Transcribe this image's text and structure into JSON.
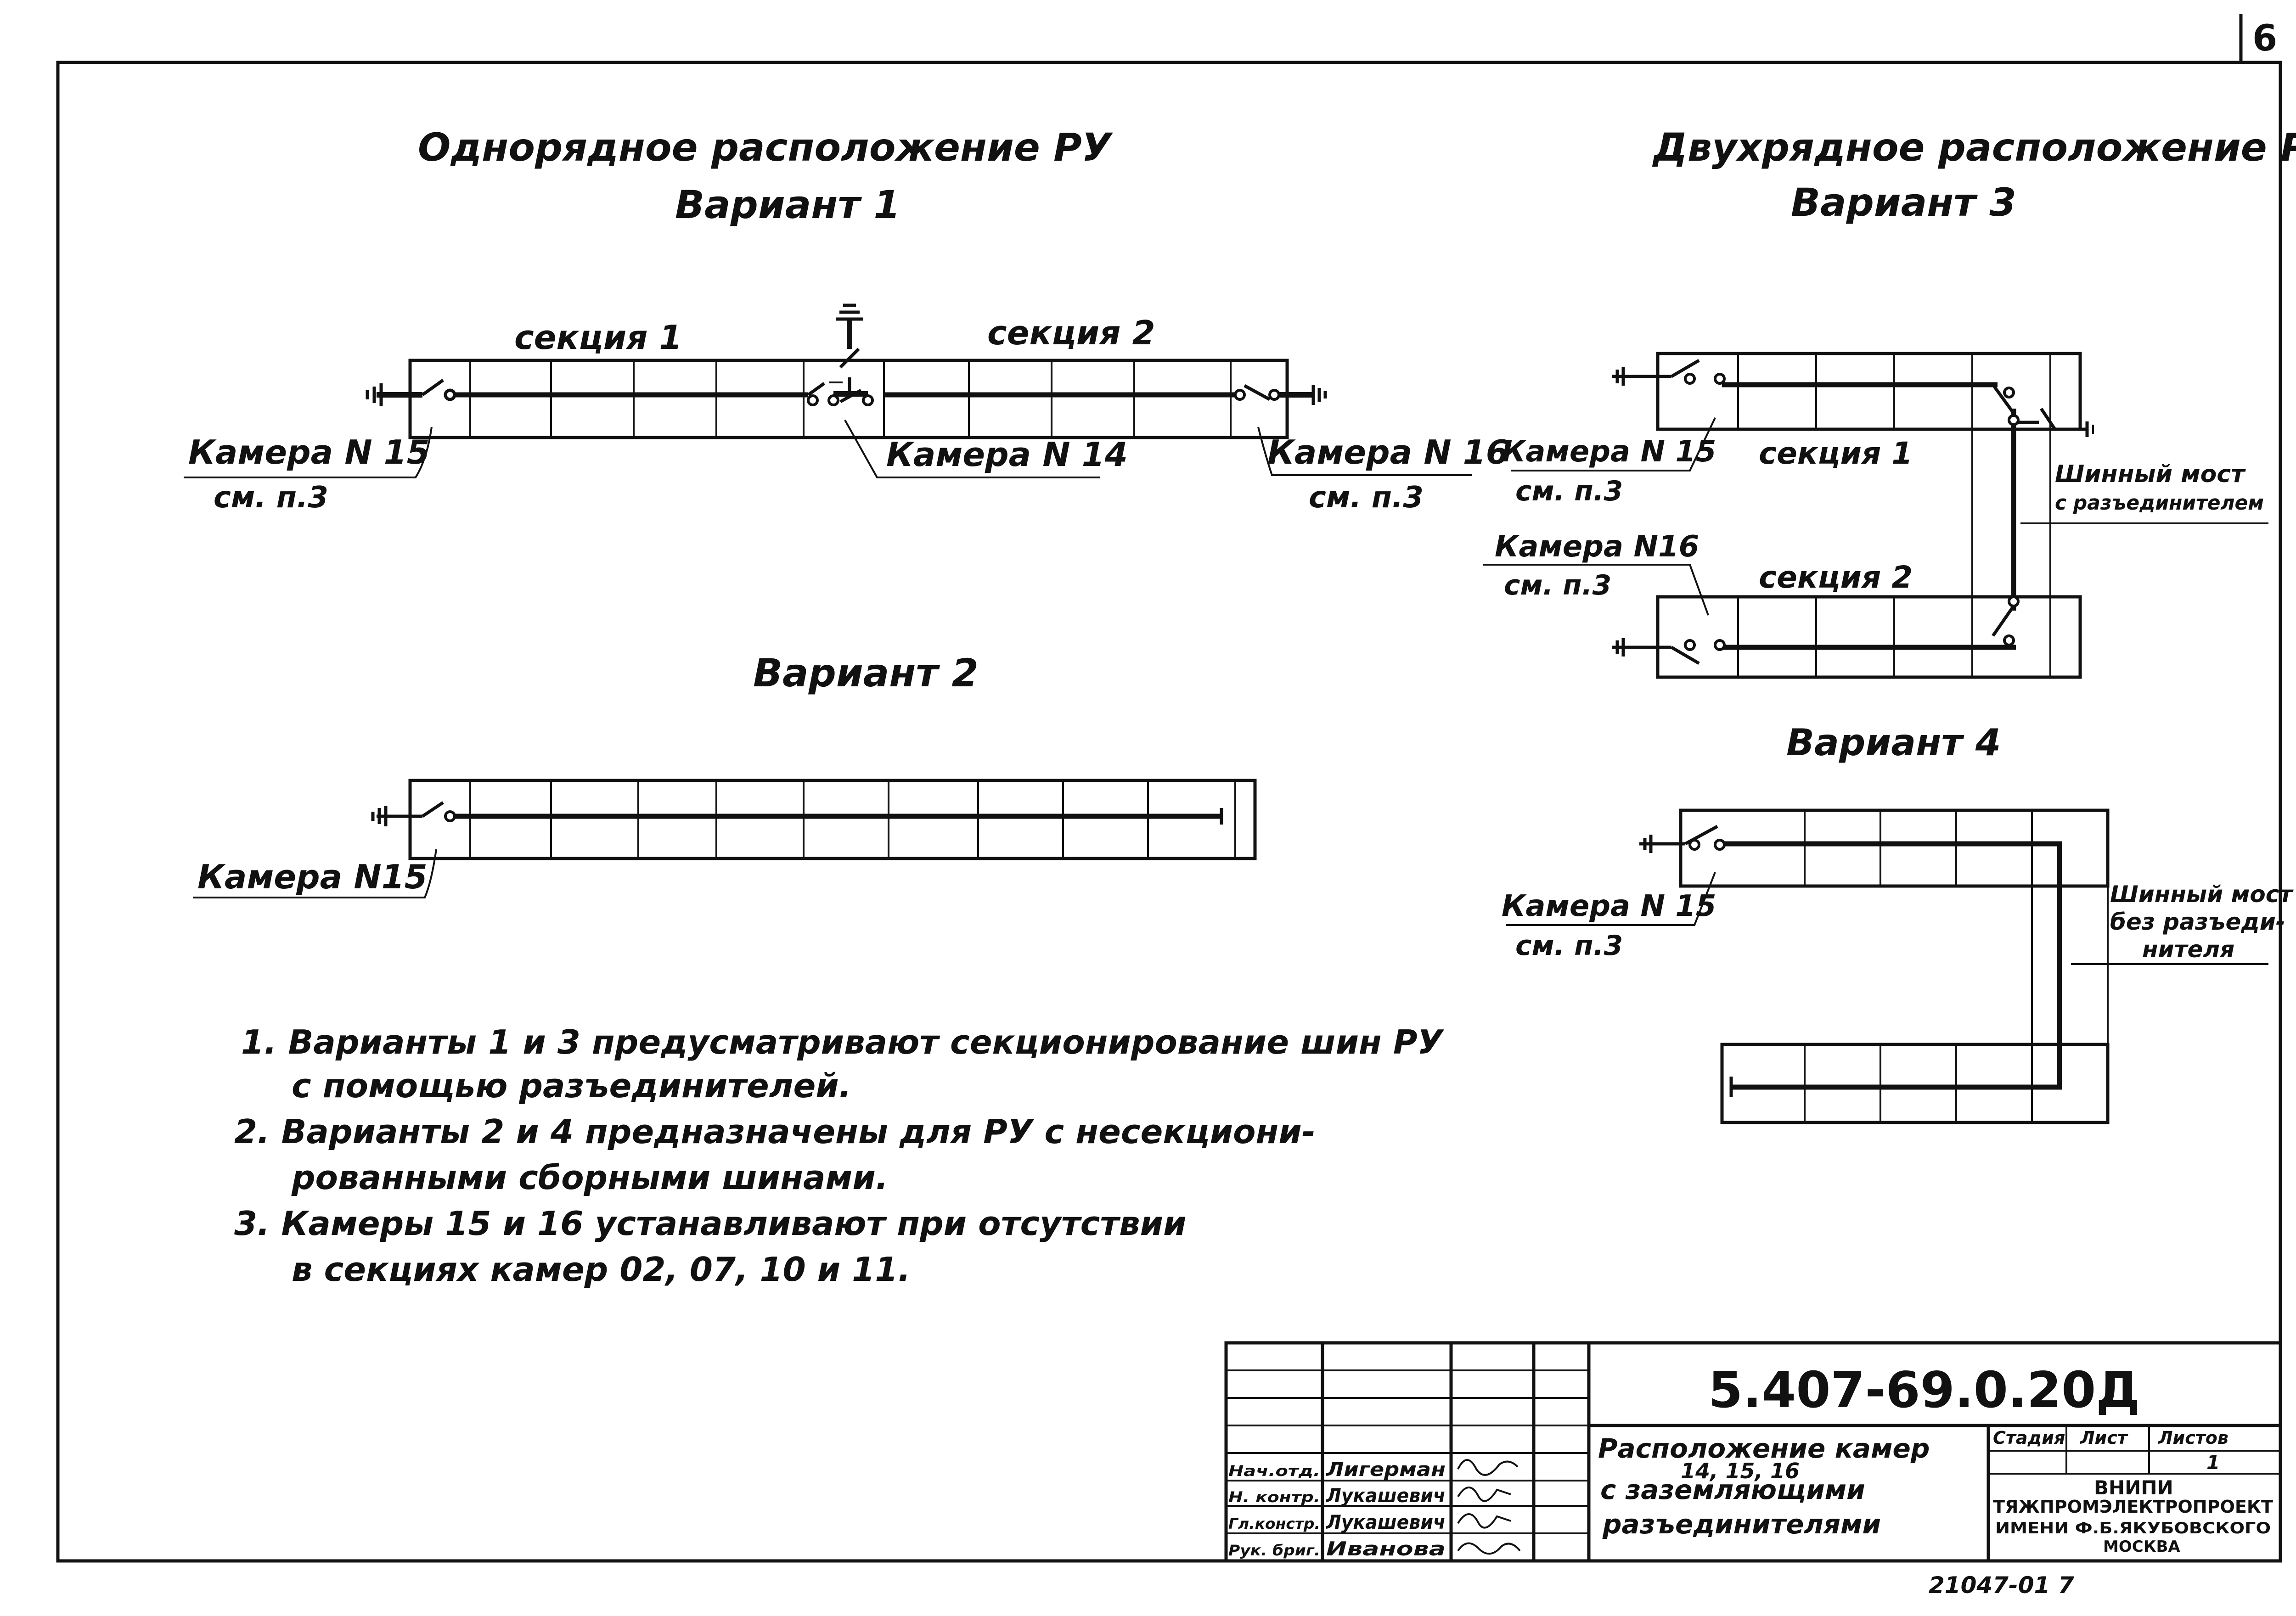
{
  "sheet_number": "6",
  "variant1": {
    "heading": "Однорядное расположение РУ",
    "title": "Вариант 1",
    "section1": "секция 1",
    "section2": "секция 2",
    "label_cam15": "Камера N 15",
    "label_cam15_ref": "см. п.3",
    "label_cam14": "Камера N 14",
    "label_cam16": "Камера N 16",
    "label_cam16_ref": "см. п.3"
  },
  "variant2": {
    "title": "Вариант 2",
    "label_cam15": "Камера N15"
  },
  "variant3": {
    "heading": "Двухрядное расположение РУ",
    "title": "Вариант 3",
    "label_cam15": "Камера N 15",
    "label_cam15_ref": "см. п.3",
    "section1": "секция 1",
    "label_cam16": "Камера N16",
    "label_cam16_ref": "см. п.3",
    "section2": "секция 2",
    "bridge_line1": "Шинный мост",
    "bridge_line2": "с разъединителем"
  },
  "variant4": {
    "title": "Вариант 4",
    "label_cam15": "Камера N 15",
    "label_cam15_ref": "см. п.3",
    "bridge_line1": "Шинный мост",
    "bridge_line2": "без разъеди-",
    "bridge_line3": "нителя"
  },
  "notes": [
    "1. Варианты 1 и 3 предусматривают секционирование шин РУ",
    "с помощью разъединителей.",
    "2. Варианты 2 и 4 предназначены для РУ с несекциони-",
    "рованными сборными шинами.",
    "3. Камеры 15 и 16 устанавливают при отсутствии",
    "в секциях камер 02, 07, 10 и 11."
  ],
  "title_block": {
    "doc_code": "5.407-69.0.20Д",
    "title_line1": "Расположение камер",
    "title_line2": "14, 15, 16",
    "title_line3": "с заземляющими",
    "title_line4": "разъединителями",
    "stage_header": "Стадия",
    "sheet_header": "Лист",
    "sheets_header": "Листов",
    "sheets_value": "1",
    "org_line1": "ВНИПИ",
    "org_line2": "ТЯЖПРОМЭЛЕКТРОПРОЕКТ",
    "org_line3": "ИМЕНИ Ф.Б.ЯКУБОВСКОГО",
    "org_line4": "МОСКВА",
    "roles": [
      "Нач.отд.",
      "Н. контр.",
      "Гл.констр.",
      "Рук. бриг."
    ],
    "names": [
      "Лигерман",
      "Лукашевич",
      "Лукашевич",
      "Иванова"
    ]
  },
  "footer_code": "21047-01  7"
}
